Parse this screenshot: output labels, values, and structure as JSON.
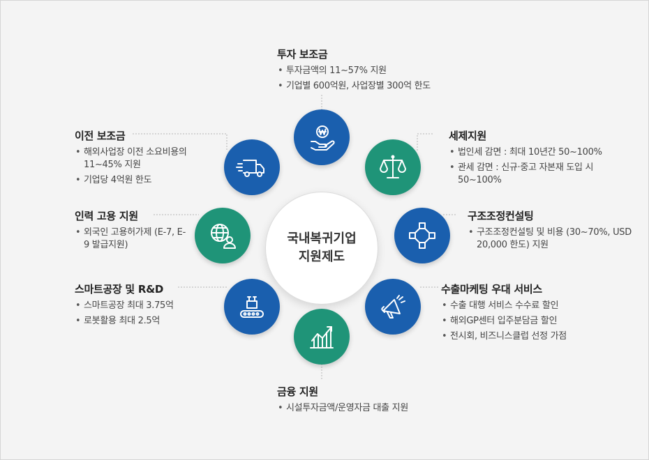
{
  "center": {
    "line1": "국내복귀기업",
    "line2": "지원제도"
  },
  "colors": {
    "blue": "#1a5fae",
    "green": "#1f9478"
  },
  "items": [
    {
      "title": "투자 보조금",
      "icon": "won-coin-hand-icon",
      "color": "blue",
      "bullets": [
        "투자금액의 11~57% 지원",
        "기업별 600억원, 사업장별 300억 한도"
      ]
    },
    {
      "title": "세제지원",
      "icon": "scales-icon",
      "color": "green",
      "bullets": [
        "법인세 감면 : 최대 10년간  50~100%",
        "관세 감면 : 신규·중고 자본재 도입 시 50~100%"
      ]
    },
    {
      "title": "구조조정컨설팅",
      "icon": "network-nodes-icon",
      "color": "blue",
      "bullets": [
        "구조조정컨설팅 및 비용 (30~70%, USD 20,000 한도) 지원"
      ]
    },
    {
      "title": "수출마케팅 우대 서비스",
      "icon": "megaphone-icon",
      "color": "blue",
      "bullets": [
        "수출 대행 서비스 수수료 할인",
        "해외GP센터 입주분담금 할인",
        "전시회, 비즈니스클럽 선정 가점"
      ]
    },
    {
      "title": "금융 지원",
      "icon": "growth-chart-icon",
      "color": "green",
      "bullets": [
        "시설투자금액/운영자금 대출 지원"
      ]
    },
    {
      "title": "스마트공장 및 R&D",
      "icon": "conveyor-robot-icon",
      "color": "blue",
      "bullets": [
        "스마트공장 최대 3.75억",
        "로봇활용 최대 2.5억"
      ]
    },
    {
      "title": "인력 고용 지원",
      "icon": "globe-person-icon",
      "color": "green",
      "bullets": [
        "외국인 고용허가제 (E-7, E-9 발급지원)"
      ]
    },
    {
      "title": "이전 보조금",
      "icon": "moving-truck-icon",
      "color": "blue",
      "bullets": [
        "해외사업장 이전 소요비용의 11~45% 지원",
        "기업당 4억원 한도"
      ]
    }
  ]
}
